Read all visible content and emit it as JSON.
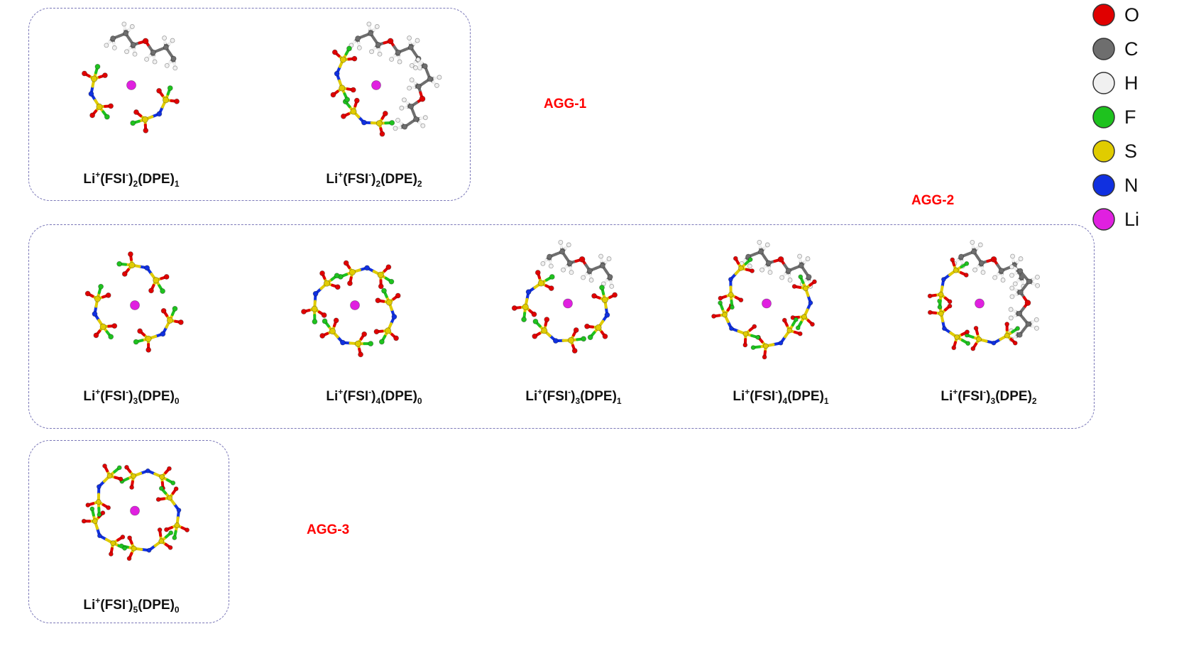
{
  "groups": [
    {
      "label": "AGG-1",
      "color": "#ff0000"
    },
    {
      "label": "AGG-2",
      "color": "#ff0000"
    },
    {
      "label": "AGG-3",
      "color": "#ff0000"
    }
  ],
  "clusters": [
    {
      "id": "c1",
      "group": "AGG-1",
      "parts": [
        "Li",
        "+",
        "(FSI",
        "-",
        ")",
        "2",
        "(DPE)",
        "1"
      ],
      "fsi": 2,
      "dpe": 1
    },
    {
      "id": "c2",
      "group": "AGG-1",
      "parts": [
        "Li",
        "+",
        "(FSI",
        "-",
        ")",
        "2",
        "(DPE)",
        "2"
      ],
      "fsi": 2,
      "dpe": 2
    },
    {
      "id": "c3",
      "group": "AGG-2",
      "parts": [
        "Li",
        "+",
        "(FSI",
        "-",
        ")",
        "3",
        "(DPE)",
        "0"
      ],
      "fsi": 3,
      "dpe": 0
    },
    {
      "id": "c4",
      "group": "AGG-2",
      "parts": [
        "Li",
        "+",
        "(FSI",
        "-",
        ")",
        "4",
        "(DPE)",
        "0"
      ],
      "fsi": 4,
      "dpe": 0
    },
    {
      "id": "c5",
      "group": "AGG-2",
      "parts": [
        "Li",
        "+",
        "(FSI",
        "-",
        ")",
        "3",
        "(DPE)",
        "1"
      ],
      "fsi": 3,
      "dpe": 1
    },
    {
      "id": "c6",
      "group": "AGG-2",
      "parts": [
        "Li",
        "+",
        "(FSI",
        "-",
        ")",
        "4",
        "(DPE)",
        "1"
      ],
      "fsi": 4,
      "dpe": 1
    },
    {
      "id": "c7",
      "group": "AGG-2",
      "parts": [
        "Li",
        "+",
        "(FSI",
        "-",
        ")",
        "3",
        "(DPE)",
        "2"
      ],
      "fsi": 3,
      "dpe": 2
    },
    {
      "id": "c8",
      "group": "AGG-3",
      "parts": [
        "Li",
        "+",
        "(FSI",
        "-",
        ")",
        "5",
        "(DPE)",
        "0"
      ],
      "fsi": 5,
      "dpe": 0
    }
  ],
  "legend": [
    {
      "symbol": "O",
      "color": "#e00000"
    },
    {
      "symbol": "C",
      "color": "#6e6e6e"
    },
    {
      "symbol": "H",
      "color": "#f0f0f0"
    },
    {
      "symbol": "F",
      "color": "#1ec21e"
    },
    {
      "symbol": "S",
      "color": "#e0cc00"
    },
    {
      "symbol": "N",
      "color": "#1030e0"
    },
    {
      "symbol": "Li",
      "color": "#e020e0"
    }
  ]
}
